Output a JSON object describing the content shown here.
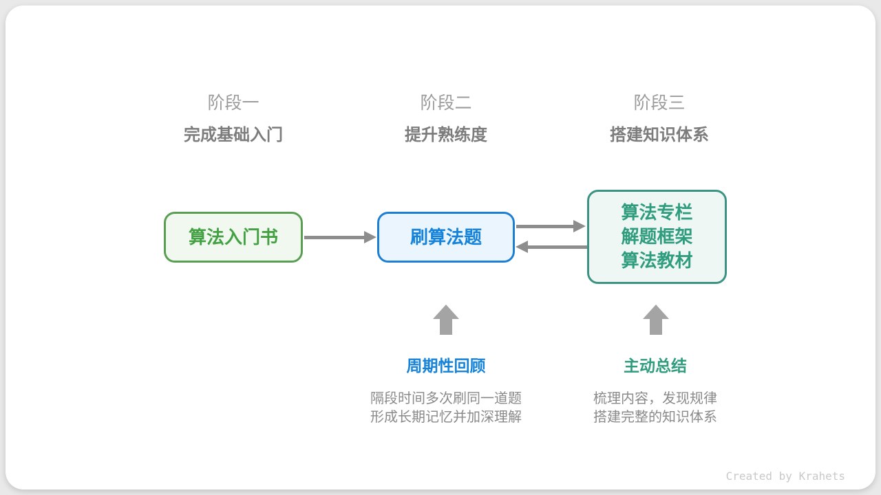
{
  "stages": [
    {
      "label": "阶段一",
      "subtitle": "完成基础入门"
    },
    {
      "label": "阶段二",
      "subtitle": "提升熟练度"
    },
    {
      "label": "阶段三",
      "subtitle": "搭建知识体系"
    }
  ],
  "nodes": [
    {
      "id": "algorithm-intro-book",
      "lines": [
        "算法入门书"
      ],
      "accent": "#43a143",
      "border": "#5a9e54",
      "background": "#f1f8ef"
    },
    {
      "id": "practice-algorithm-problems",
      "lines": [
        "刷算法题"
      ],
      "accent": "#1583d9",
      "border": "#1c7fd4",
      "background": "#ebf5fd"
    },
    {
      "id": "knowledge-resources",
      "lines": [
        "算法专栏",
        "解题框架",
        "算法教材"
      ],
      "accent": "#2e9c7d",
      "border": "#3b9384",
      "background": "#eef7f4"
    }
  ],
  "annotations": [
    {
      "title": "周期性回顾",
      "color": "#1583d9",
      "lines": [
        "隔段时间多次刷同一道题",
        "形成长期记忆并加深理解"
      ]
    },
    {
      "title": "主动总结",
      "color": "#2e9c7d",
      "lines": [
        "梳理内容，发现规律",
        "搭建完整的知识体系"
      ]
    }
  ],
  "arrows": {
    "connector_color": "#8d8d8d",
    "up_arrow_color": "#a4a4a4"
  },
  "footer": {
    "credit": "Created by Krahets"
  }
}
